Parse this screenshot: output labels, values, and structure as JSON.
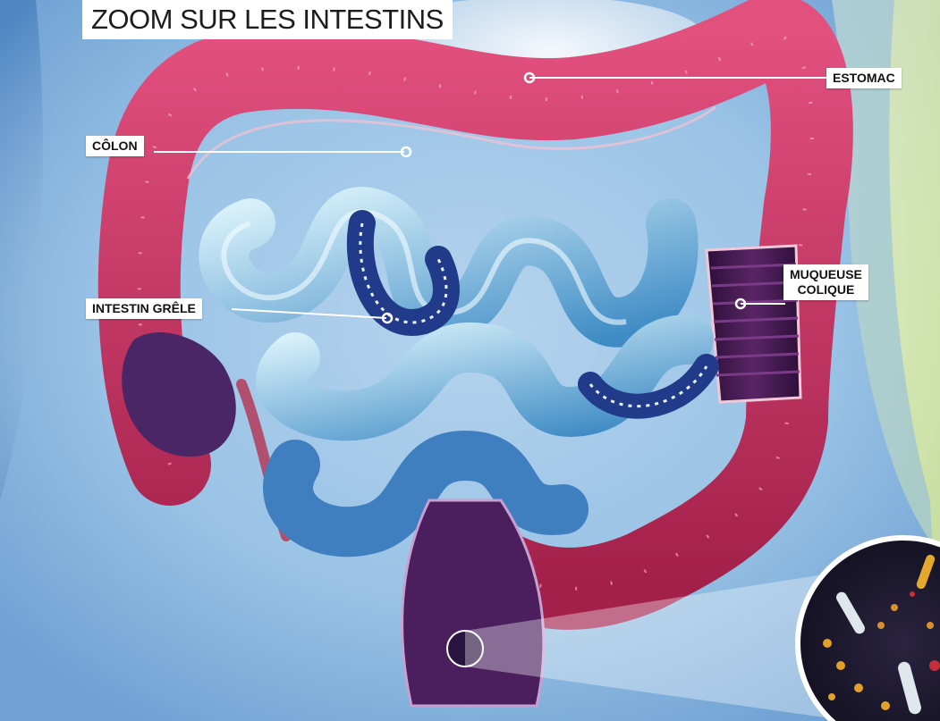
{
  "title": "ZOOM SUR LES INTESTINS",
  "labels": {
    "estomac": "ESTOMAC",
    "colon": "CÔLON",
    "intestin_grele": "INTESTIN GRÊLE",
    "muqueuse_line1": "MUQUEUSE",
    "muqueuse_line2": "COLIQUE"
  },
  "colors": {
    "background": "#bcd6ea",
    "body": "#7fb0dc",
    "colon": "#c8305f",
    "small_intestine": "#6fb6d8",
    "mucosa": "#4a1d52",
    "label_bg": "#ffffff"
  }
}
